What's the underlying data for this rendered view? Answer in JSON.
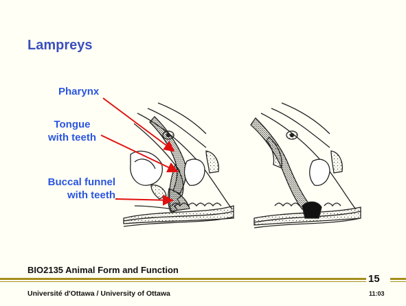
{
  "slide": {
    "title": "Lampreys",
    "labels": {
      "pharynx": "Pharynx",
      "tongue_line1": "Tongue",
      "tongue_line2": "with teeth",
      "buccal_line1": "Buccal funnel",
      "buccal_line2": "with teeth"
    },
    "footer": {
      "course": "BIO2135 Animal Form and Function",
      "university": "Université d'Ottawa / University of Ottawa",
      "page_number": "15",
      "time": "11:03"
    },
    "colors": {
      "title": "#3a4fbe",
      "label": "#2a55e0",
      "arrow": "#e01010",
      "rule": "#a58d1c",
      "background": "#fffff5"
    }
  }
}
